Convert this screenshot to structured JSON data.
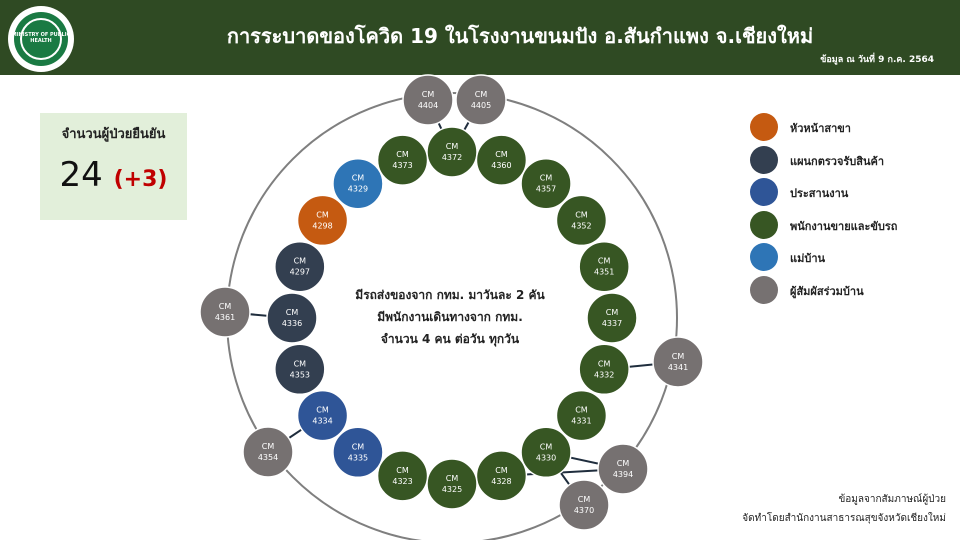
{
  "header": {
    "logo_text": "MINISTRY OF PUBLIC HEALTH",
    "title": "การระบาดของโควิด 19 ในโรงงานขนมปัง อ.สันกำแพง จ.เชียงใหม่",
    "subtitle": "ข้อมูล ณ วันที่ 9 ก.ค. 2564"
  },
  "summary": {
    "label": "จำนวนผู้ป่วยยืนยัน",
    "total": "24",
    "new": "(+3)"
  },
  "center_note": [
    "มีรถส่งของจาก กทม. มาวันละ 2 คัน",
    "มีพนักงานเดินทางจาก กทม.",
    "จำนวน 4 คน ต่อวัน ทุกวัน"
  ],
  "footer": {
    "line1": "ข้อมูลจากสัมภาษณ์ผู้ป่วย",
    "line2": "จัดทำโดยสำนักงานสาธารณสุขจังหวัดเชียงใหม่"
  },
  "legend": [
    {
      "key": "head",
      "label": "หัวหน้าสาขา",
      "color": "#c55a11"
    },
    {
      "key": "inspect",
      "label": "แผนกตรวจรับสินค้า",
      "color": "#333f50"
    },
    {
      "key": "coord",
      "label": "ประสานงาน",
      "color": "#2f5597"
    },
    {
      "key": "staff",
      "label": "พนักงานขายและขับรถ",
      "color": "#375623"
    },
    {
      "key": "maid",
      "label": "แม่บ้าน",
      "color": "#2e75b6"
    },
    {
      "key": "contact",
      "label": "ผู้สัมผัสร่วมบ้าน",
      "color": "#767171"
    }
  ],
  "cases": [
    {
      "prefix": "CM",
      "id": "4372",
      "role": "staff"
    },
    {
      "prefix": "CM",
      "id": "4360",
      "role": "staff"
    },
    {
      "prefix": "CM",
      "id": "4357",
      "role": "staff"
    },
    {
      "prefix": "CM",
      "id": "4352",
      "role": "staff"
    },
    {
      "prefix": "CM",
      "id": "4351",
      "role": "staff"
    },
    {
      "prefix": "CM",
      "id": "4337",
      "role": "staff"
    },
    {
      "prefix": "CM",
      "id": "4332",
      "role": "staff"
    },
    {
      "prefix": "CM",
      "id": "4331",
      "role": "staff"
    },
    {
      "prefix": "CM",
      "id": "4330",
      "role": "staff"
    },
    {
      "prefix": "CM",
      "id": "4328",
      "role": "staff"
    },
    {
      "prefix": "CM",
      "id": "4325",
      "role": "staff"
    },
    {
      "prefix": "CM",
      "id": "4323",
      "role": "staff"
    },
    {
      "prefix": "CM",
      "id": "4335",
      "role": "coord"
    },
    {
      "prefix": "CM",
      "id": "4334",
      "role": "coord"
    },
    {
      "prefix": "CM",
      "id": "4353",
      "role": "inspect"
    },
    {
      "prefix": "CM",
      "id": "4336",
      "role": "inspect"
    },
    {
      "prefix": "CM",
      "id": "4297",
      "role": "inspect"
    },
    {
      "prefix": "CM",
      "id": "4298",
      "role": "head"
    },
    {
      "prefix": "CM",
      "id": "4329",
      "role": "maid"
    },
    {
      "prefix": "CM",
      "id": "4373",
      "role": "staff"
    },
    {
      "prefix": "CM",
      "id": "4404",
      "role": "contact"
    },
    {
      "prefix": "CM",
      "id": "4405",
      "role": "contact"
    },
    {
      "prefix": "CM",
      "id": "4361",
      "role": "contact"
    },
    {
      "prefix": "CM",
      "id": "4341",
      "role": "contact"
    },
    {
      "prefix": "CM",
      "id": "4354",
      "role": "contact"
    },
    {
      "prefix": "CM",
      "id": "4394",
      "role": "contact"
    },
    {
      "prefix": "CM",
      "id": "4370",
      "role": "contact"
    }
  ],
  "links": [
    {
      "from": "4404",
      "to": "4372"
    },
    {
      "from": "4405",
      "to": "4372"
    },
    {
      "from": "4361",
      "to": "4336"
    },
    {
      "from": "4341",
      "to": "4332"
    },
    {
      "from": "4354",
      "to": "4334"
    },
    {
      "from": "4394",
      "to": "4330"
    },
    {
      "from": "4370",
      "to": "4330"
    },
    {
      "from": "4394",
      "to": "4328"
    }
  ]
}
